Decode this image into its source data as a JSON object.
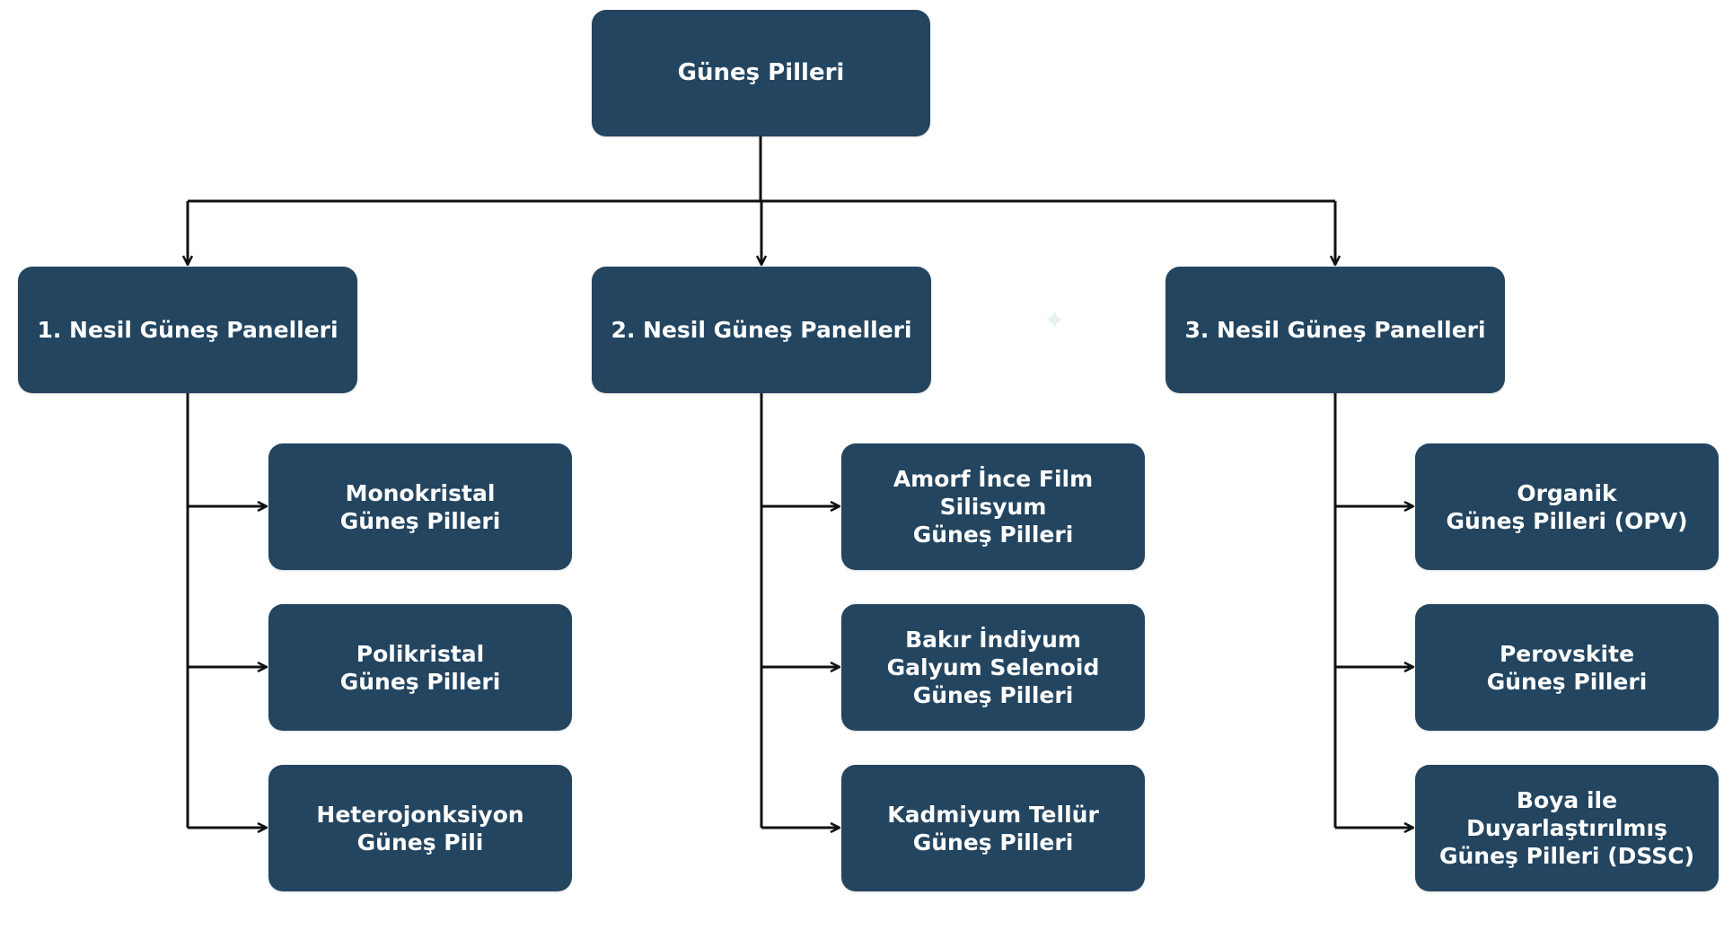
{
  "diagram": {
    "root": {
      "lines": [
        "Güneş Pilleri"
      ]
    },
    "generations": [
      {
        "lines": [
          "1. Nesil Güneş Panelleri"
        ],
        "children": [
          {
            "lines": [
              "Monokristal",
              "Güneş Pilleri"
            ]
          },
          {
            "lines": [
              "Polikristal",
              "Güneş Pilleri"
            ]
          },
          {
            "lines": [
              "Heterojonksiyon",
              "Güneş Pili"
            ]
          }
        ]
      },
      {
        "lines": [
          "2. Nesil Güneş Panelleri"
        ],
        "children": [
          {
            "lines": [
              "Amorf İnce Film",
              "Silisyum",
              "Güneş Pilleri"
            ]
          },
          {
            "lines": [
              "Bakır İndiyum",
              "Galyum Selenoid",
              "Güneş Pilleri"
            ]
          },
          {
            "lines": [
              "Kadmiyum Tellür",
              "Güneş Pilleri"
            ]
          }
        ]
      },
      {
        "lines": [
          "3. Nesil Güneş Panelleri"
        ],
        "children": [
          {
            "lines": [
              "Organik",
              "Güneş Pilleri (OPV)"
            ]
          },
          {
            "lines": [
              "Perovskite",
              "Güneş Pilleri"
            ]
          },
          {
            "lines": [
              "Boya ile",
              "Duyarlaştırılmış",
              "Güneş Pilleri (DSSC)"
            ]
          }
        ]
      }
    ]
  },
  "colors": {
    "node_fill": "#234560",
    "node_text": "#ffffff",
    "connector": "#111111"
  }
}
